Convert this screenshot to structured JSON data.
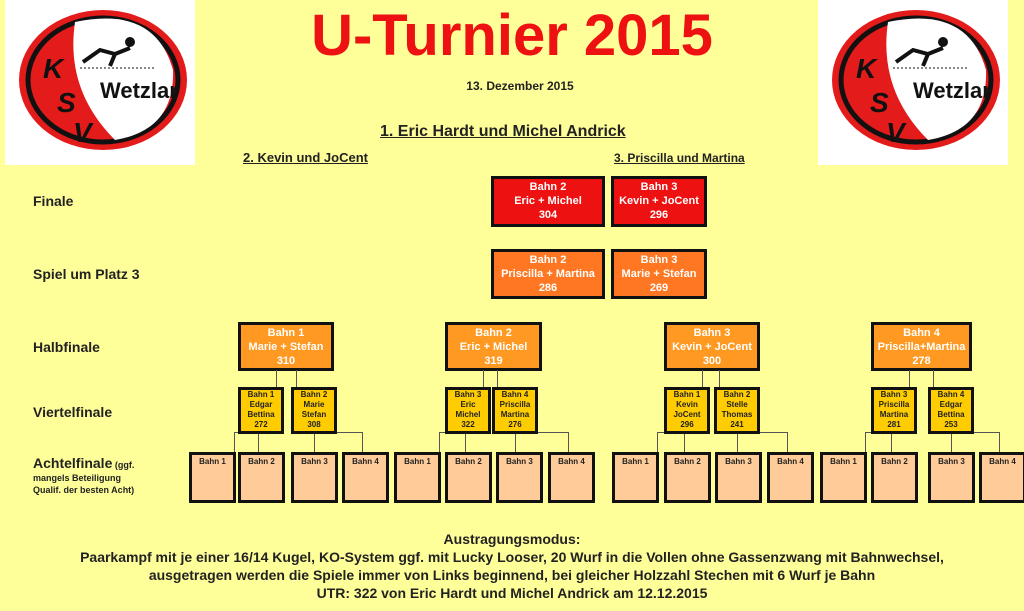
{
  "header": {
    "title": "U-Turnier 2015",
    "date": "13. Dezember 2015",
    "logo_text": "KSV Wetzlar"
  },
  "places": {
    "first": "1. Eric Hardt und Michel Andrick",
    "second": "2. Kevin und JoCent",
    "third": "3. Priscilla und Martina"
  },
  "rows": {
    "finale": "Finale",
    "platz3": "Spiel um Platz 3",
    "halbfinale": "Halbfinale",
    "viertelfinale": "Viertelfinale",
    "achtelfinale": "Achtelfinale",
    "achtel_note1": " (ggf.",
    "achtel_note2": "mangels Beteiligung",
    "achtel_note3": "Qualif. der besten Acht)"
  },
  "finale": [
    {
      "bahn": "Bahn 2",
      "team": "Eric + Michel",
      "score": "304"
    },
    {
      "bahn": "Bahn 3",
      "team": "Kevin + JoCent",
      "score": "296"
    }
  ],
  "platz3": [
    {
      "bahn": "Bahn 2",
      "team": "Priscilla + Martina",
      "score": "286"
    },
    {
      "bahn": "Bahn 3",
      "team": "Marie + Stefan",
      "score": "269"
    }
  ],
  "halbfinale": [
    {
      "bahn": "Bahn 1",
      "team": "Marie + Stefan",
      "score": "310",
      "vf": [
        {
          "bahn": "Bahn 1",
          "p1": "Edgar",
          "p2": "Bettina",
          "score": "272"
        },
        {
          "bahn": "Bahn 2",
          "p1": "Marie",
          "p2": "Stefan",
          "score": "308"
        }
      ],
      "af": [
        "Bahn 1",
        "Bahn 2",
        "Bahn 3",
        "Bahn 4"
      ]
    },
    {
      "bahn": "Bahn 2",
      "team": "Eric + Michel",
      "score": "319",
      "vf": [
        {
          "bahn": "Bahn 3",
          "p1": "Eric",
          "p2": "Michel",
          "score": "322"
        },
        {
          "bahn": "Bahn 4",
          "p1": "Priscilla",
          "p2": "Martina",
          "score": "276"
        }
      ],
      "af": [
        "Bahn 1",
        "Bahn 2",
        "Bahn 3",
        "Bahn 4"
      ]
    },
    {
      "bahn": "Bahn 3",
      "team": "Kevin + JoCent",
      "score": "300",
      "vf": [
        {
          "bahn": "Bahn 1",
          "p1": "Kevin",
          "p2": "JoCent",
          "score": "296"
        },
        {
          "bahn": "Bahn 2",
          "p1": "Stelle",
          "p2": "Thomas",
          "score": "241"
        }
      ],
      "af": [
        "Bahn 1",
        "Bahn 2",
        "Bahn 3",
        "Bahn 4"
      ]
    },
    {
      "bahn": "Bahn 4",
      "team": "Priscilla+Martina",
      "score": "278",
      "vf": [
        {
          "bahn": "Bahn 3",
          "p1": "Priscilla",
          "p2": "Martina",
          "score": "281"
        },
        {
          "bahn": "Bahn 4",
          "p1": "Edgar",
          "p2": "Bettina",
          "score": "253"
        }
      ],
      "af": [
        "Bahn 1",
        "Bahn 2",
        "Bahn 3",
        "Bahn 4"
      ]
    }
  ],
  "footer": {
    "line1": "Austragungsmodus:",
    "line2": "Paarkampf mit je einer 16/14 Kugel, KO-System ggf. mit Lucky Looser, 20 Wurf in die Vollen ohne Gassenzwang mit Bahnwechsel,",
    "line3": "ausgetragen werden die Spiele immer von Links beginnend, bei gleicher Holzzahl Stechen mit 6 Wurf je Bahn",
    "line4": "UTR: 322 von Eric Hardt und Michel Andrick am 12.12.2015"
  }
}
